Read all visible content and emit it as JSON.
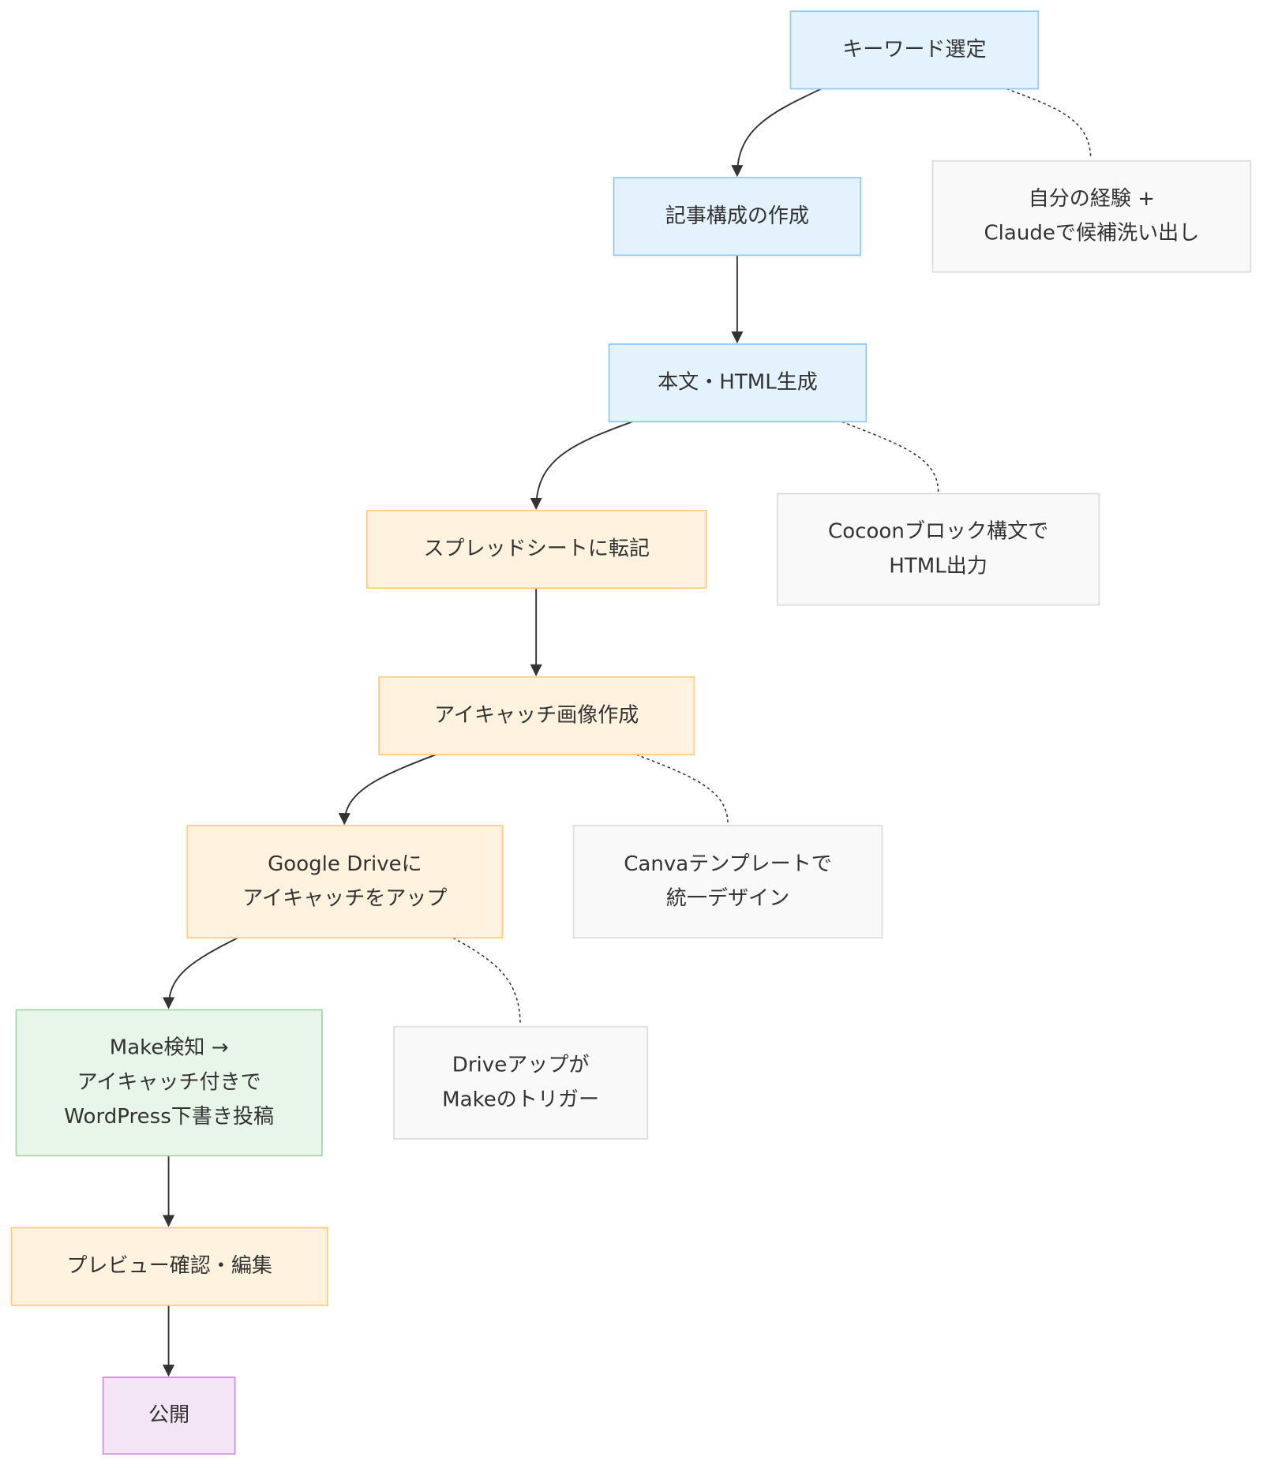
{
  "colors": {
    "blue": {
      "fill": "#e3f2fd",
      "stroke": "#90caf9"
    },
    "orange": {
      "fill": "#fff3e0",
      "stroke": "#ffcc80"
    },
    "green": {
      "fill": "#e8f5e9",
      "stroke": "#a5d6a7"
    },
    "purple": {
      "fill": "#f3e5f5",
      "stroke": "#ce93d8"
    },
    "note": {
      "fill": "#f9f9f9",
      "stroke": "#dddddd"
    },
    "edge": "#333333"
  },
  "nodes": {
    "keyword": {
      "lines": [
        "キーワード選定"
      ]
    },
    "structure": {
      "lines": [
        "記事構成の作成"
      ]
    },
    "body_html": {
      "lines": [
        "本文・HTML生成"
      ]
    },
    "sheet": {
      "lines": [
        "スプレッドシートに転記"
      ]
    },
    "eyecatch": {
      "lines": [
        "アイキャッチ画像作成"
      ]
    },
    "drive": {
      "lines": [
        "Google Driveに",
        "アイキャッチをアップ"
      ]
    },
    "make": {
      "lines": [
        "Make検知 →",
        "アイキャッチ付きで",
        "WordPress下書き投稿"
      ]
    },
    "preview": {
      "lines": [
        "プレビュー確認・編集"
      ]
    },
    "publish": {
      "lines": [
        "公開"
      ]
    }
  },
  "notes": {
    "n1": {
      "lines": [
        "自分の経験 +",
        "Claudeで候補洗い出し"
      ]
    },
    "n2": {
      "lines": [
        "Cocoonブロック構文で",
        "HTML出力"
      ]
    },
    "n3": {
      "lines": [
        "Canvaテンプレートで",
        "統一デザイン"
      ]
    },
    "n4": {
      "lines": [
        "Driveアップが",
        "Makeのトリガー"
      ]
    }
  }
}
